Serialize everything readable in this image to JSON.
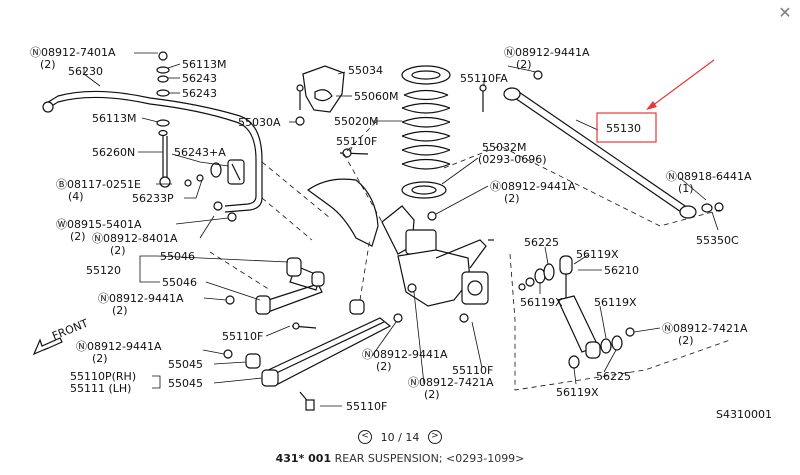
{
  "viewer": {
    "close_glyph": "✕",
    "pager": {
      "prev_glyph": "<",
      "next_glyph": ">",
      "text": "10 / 14"
    },
    "caption": {
      "code": "431* 001",
      "title": "REAR SUSPENSION; <0293-1099>"
    }
  },
  "diagram": {
    "ref_code": "S4310001",
    "front_label": "FRONT",
    "highlight_color": "#e53935",
    "labels": {
      "n08912_7401a": "Ⓝ08912-7401A",
      "n08912_7401a_qty": "(2)",
      "p56230": "56230",
      "p56113m_a": "56113M",
      "p56243_a": "56243",
      "p56243_b": "56243",
      "p56113m_b": "56113M",
      "p56260n": "56260N",
      "p56243a": "56243+A",
      "b08117_0251e": "Ⓑ08117-0251E",
      "b08117_0251e_qty": "(4)",
      "p56233p": "56233P",
      "w08915_5401a": "Ⓦ08915-5401A",
      "w08915_5401a_qty": "(2)",
      "n08912_8401a": "Ⓝ08912-8401A",
      "n08912_8401a_qty": "(2)",
      "p55046_a": "55046",
      "p55120": "55120",
      "p55046_b": "55046",
      "n08912_9441a_left": "Ⓝ08912-9441A",
      "n08912_9441a_left_qty": "(2)",
      "p55110f_mid": "55110F",
      "front": "FRONT",
      "n08912_9441a_lower": "Ⓝ08912-9441A",
      "n08912_9441a_lower_qty": "(2)",
      "p55045_a": "55045",
      "p55110p": "55110P(RH)",
      "p55045_b": "55045",
      "p55111": "55111  (LH)",
      "p55110f_bottom": "55110F",
      "p55034": "55034",
      "p55060m": "55060M",
      "p55030a": "55030A",
      "p55020m": "55020M",
      "p55110f_top": "55110F",
      "p55032m": "55032M",
      "p55032m_range": "(0293-0696)",
      "n08912_9441a_top": "Ⓝ08912-9441A",
      "n08912_9441a_top_qty": "(2)",
      "p55110fa": "55110FA",
      "p55130": "55130",
      "n08912_9441a_center": "Ⓝ08912-9441A",
      "n08912_9441a_center_qty": "(2)",
      "n08918_6441a": "Ⓝ08918-6441A",
      "n08918_6441a_qty": "(1)",
      "p55350c": "55350C",
      "p56225_a": "56225",
      "p56119x_a": "56119X",
      "p56210": "56210",
      "p56119x_b": "56119X",
      "p56119x_c": "56119X",
      "n08912_7421a_right": "Ⓝ08912-7421A",
      "n08912_7421a_right_qty": "(2)",
      "p56225_b": "56225",
      "p56119x_d": "56119X",
      "n08912_9441a_bottom": "Ⓝ08912-9441A",
      "n08912_9441a_bottom_qty": "(2)",
      "p55110f_right": "55110F",
      "n08912_7421a_bottom": "Ⓝ08912-7421A",
      "n08912_7421a_bottom_qty": "(2)"
    }
  }
}
